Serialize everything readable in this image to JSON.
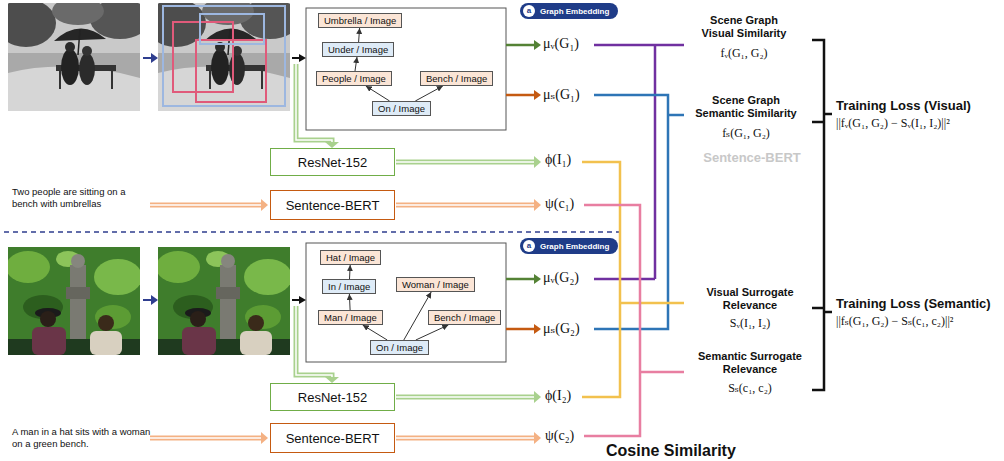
{
  "diagram": {
    "nodes": [
      {
        "text": [
          "Umbrella / Image"
        ]
      },
      {
        "text": [
          "Under / Image"
        ]
      },
      {
        "text": [
          "People / Image"
        ]
      },
      {
        "text": [
          "Bench / Image"
        ]
      },
      {
        "text": [
          "On / Image"
        ]
      },
      {
        "text": [
          "a",
          "Graph Embedding"
        ]
      },
      {
        "text": [
          "ResNet-152"
        ]
      },
      {
        "text": [
          "Sentence-BERT"
        ]
      },
      {
        "text": [
          "Hat / Image"
        ]
      },
      {
        "text": [
          "In / Image"
        ]
      },
      {
        "text": [
          "Woman / Image"
        ]
      },
      {
        "text": [
          "Man / Image"
        ]
      },
      {
        "text": [
          "Bench / Image"
        ]
      },
      {
        "text": [
          "On / Image"
        ]
      },
      {
        "text": [
          "a",
          "Graph Embedding"
        ]
      },
      {
        "text": [
          "ResNet-152"
        ]
      },
      {
        "text": [
          "Sentence-BERT"
        ]
      }
    ],
    "edges": [
      {
        "from": 4,
        "to": 2,
        "arrow": "to"
      },
      {
        "from": 4,
        "to": 3,
        "arrow": "to"
      },
      {
        "from": 2,
        "to": 1,
        "arrow": "to"
      },
      {
        "from": 1,
        "to": 0,
        "arrow": "to"
      },
      {
        "from": 13,
        "to": 11,
        "arrow": "to"
      },
      {
        "from": 13,
        "to": 12,
        "arrow": "to"
      },
      {
        "from": 11,
        "to": 9,
        "arrow": "to"
      },
      {
        "from": 9,
        "to": 8,
        "arrow": "to"
      },
      {
        "from": 13,
        "to": 10,
        "arrow": "to"
      }
    ],
    "labels": [
      "Two people are sitting on a bench with umbrellas",
      "A man in a hat sits with a woman on a green bench.",
      "μᵥ(G₁)",
      "μₛ(G₁)",
      "ϕ(I₁)",
      "ψ(c₁)",
      "μᵥ(G₂)",
      "μₛ(G₂)",
      "ϕ(I₂)",
      "ψ(c₂)",
      "Scene Graph Visual Similarity",
      "fᵥ(G₁, G₂)",
      "Scene Graph Semantic Similarity",
      "fₛ(G₁, G₂)",
      "Sentence-BERT",
      "Visual Surrogate Relevance",
      "Sᵥ(I₁, I₂)",
      "Semantic Surrogate Relevance",
      "Sₛ(c₁, c₂)",
      "Cosine Similarity",
      "Training Loss (Visual)",
      "||fᵥ(G₁, G₂) − Sᵥ(I₁, I₂)||²",
      "Training Loss (Semantic)",
      "||fₛ(G₁, G₂) − Sₛ(c₁, c₂)||²"
    ]
  }
}
